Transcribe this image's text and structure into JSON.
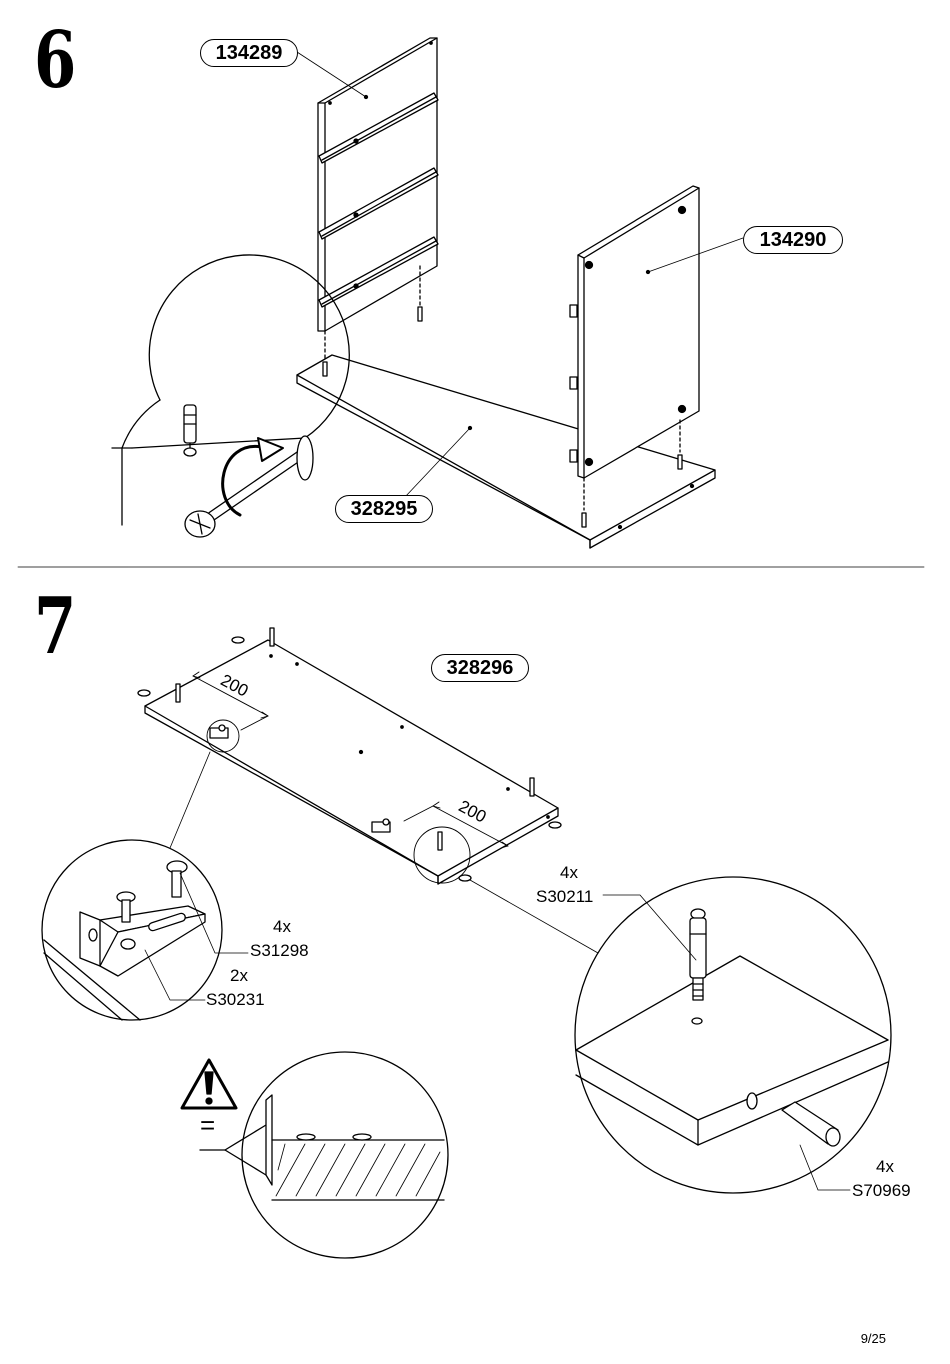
{
  "steps": [
    {
      "number": "6",
      "parts": [
        "134289",
        "134290",
        "328295"
      ]
    },
    {
      "number": "7",
      "parts": [
        "328296"
      ],
      "dimensions": [
        "200",
        "200"
      ],
      "hardware": [
        {
          "qty": "4x",
          "code": "S31298"
        },
        {
          "qty": "2x",
          "code": "S30231"
        },
        {
          "qty": "4x",
          "code": "S30211"
        },
        {
          "qty": "4x",
          "code": "S70969"
        }
      ],
      "warning": {
        "equals": "="
      }
    }
  ],
  "page_number": "9/25"
}
